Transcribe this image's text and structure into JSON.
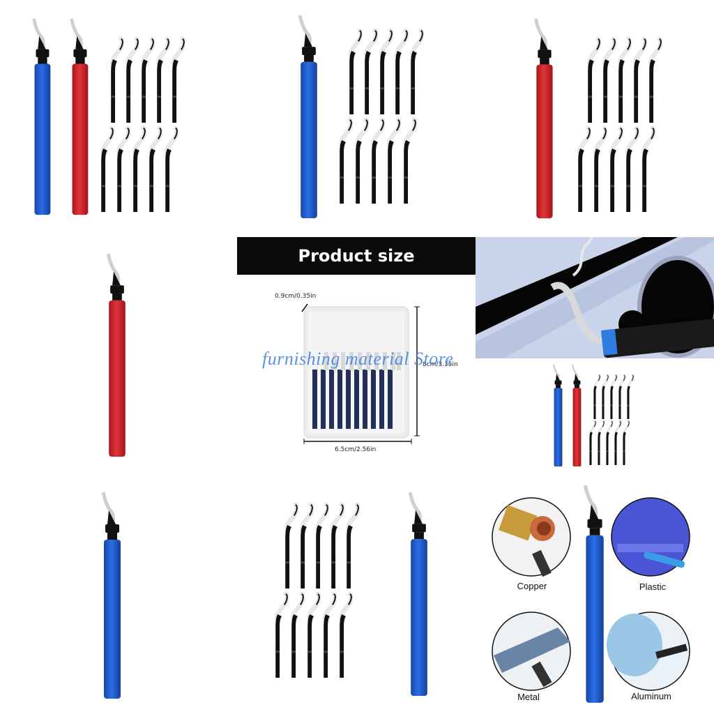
{
  "grid": {
    "columns": 3,
    "rows": 3,
    "tiles": [
      {
        "id": "t1",
        "content": "blue and red deburring handles with 10 blades"
      },
      {
        "id": "t2",
        "content": "blue deburring handle with 10 blades"
      },
      {
        "id": "t3",
        "content": "red deburring handle with 10 blades"
      },
      {
        "id": "t4",
        "content": "red deburring handle"
      },
      {
        "id": "t5",
        "content": "product size diagram"
      },
      {
        "id": "t6",
        "content": "usage photo and set thumbnail"
      },
      {
        "id": "t7",
        "content": "blue deburring handle"
      },
      {
        "id": "t8",
        "content": "10 blades with blue handle"
      },
      {
        "id": "t9",
        "content": "materials applicable"
      }
    ]
  },
  "product_size": {
    "title": "Product size",
    "thickness": "0.9cm/0.35in",
    "height": "8cm/3.15in",
    "width": "6.5cm/2.56in",
    "watermark": "furnishing material Store"
  },
  "materials": {
    "items": [
      {
        "label": "Copper"
      },
      {
        "label": "Plastic"
      },
      {
        "label": "Metal"
      },
      {
        "label": "Aluminum"
      }
    ]
  },
  "colors": {
    "blue_handle": "#1f5fd1",
    "red_handle": "#d8262e",
    "blade_black": "#111111",
    "banner": "#0b0b0b"
  }
}
